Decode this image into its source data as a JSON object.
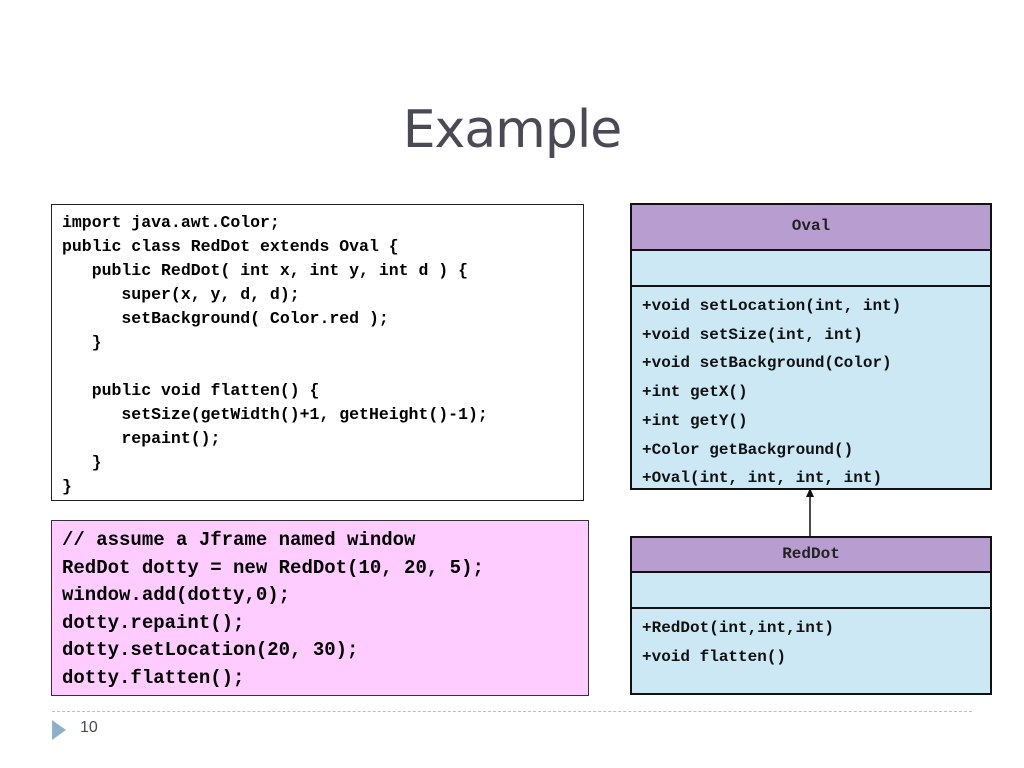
{
  "slide": {
    "title": "Example",
    "page_number": "10"
  },
  "code": {
    "lines": [
      "import java.awt.Color;",
      "public class RedDot extends Oval {",
      "   public RedDot( int x, int y, int d ) {",
      "      super(x, y, d, d);",
      "      setBackground( Color.red );",
      "   }",
      "",
      "   public void flatten() {",
      "      setSize(getWidth()+1, getHeight()-1);",
      "      repaint();",
      "   }",
      "}"
    ]
  },
  "usage": {
    "lines": [
      "// assume a Jframe named window",
      "RedDot dotty = new RedDot(10, 20, 5);",
      "window.add(dotty,0);",
      "dotty.repaint();",
      "dotty.setLocation(20, 30);",
      "dotty.flatten();"
    ]
  },
  "uml": {
    "oval": {
      "name": "Oval",
      "methods": [
        "+void setLocation(int, int)",
        "+void setSize(int, int)",
        "+void setBackground(Color)",
        "+int getX()",
        "+int getY()",
        "+Color getBackground()",
        "+Oval(int, int, int, int)"
      ]
    },
    "reddot": {
      "name": "RedDot",
      "methods": [
        "+RedDot(int,int,int)",
        "+void flatten()"
      ]
    }
  },
  "colors": {
    "uml_header": "#b89ed0",
    "uml_body": "#cce8f4",
    "usage_background": "#ffccff"
  }
}
